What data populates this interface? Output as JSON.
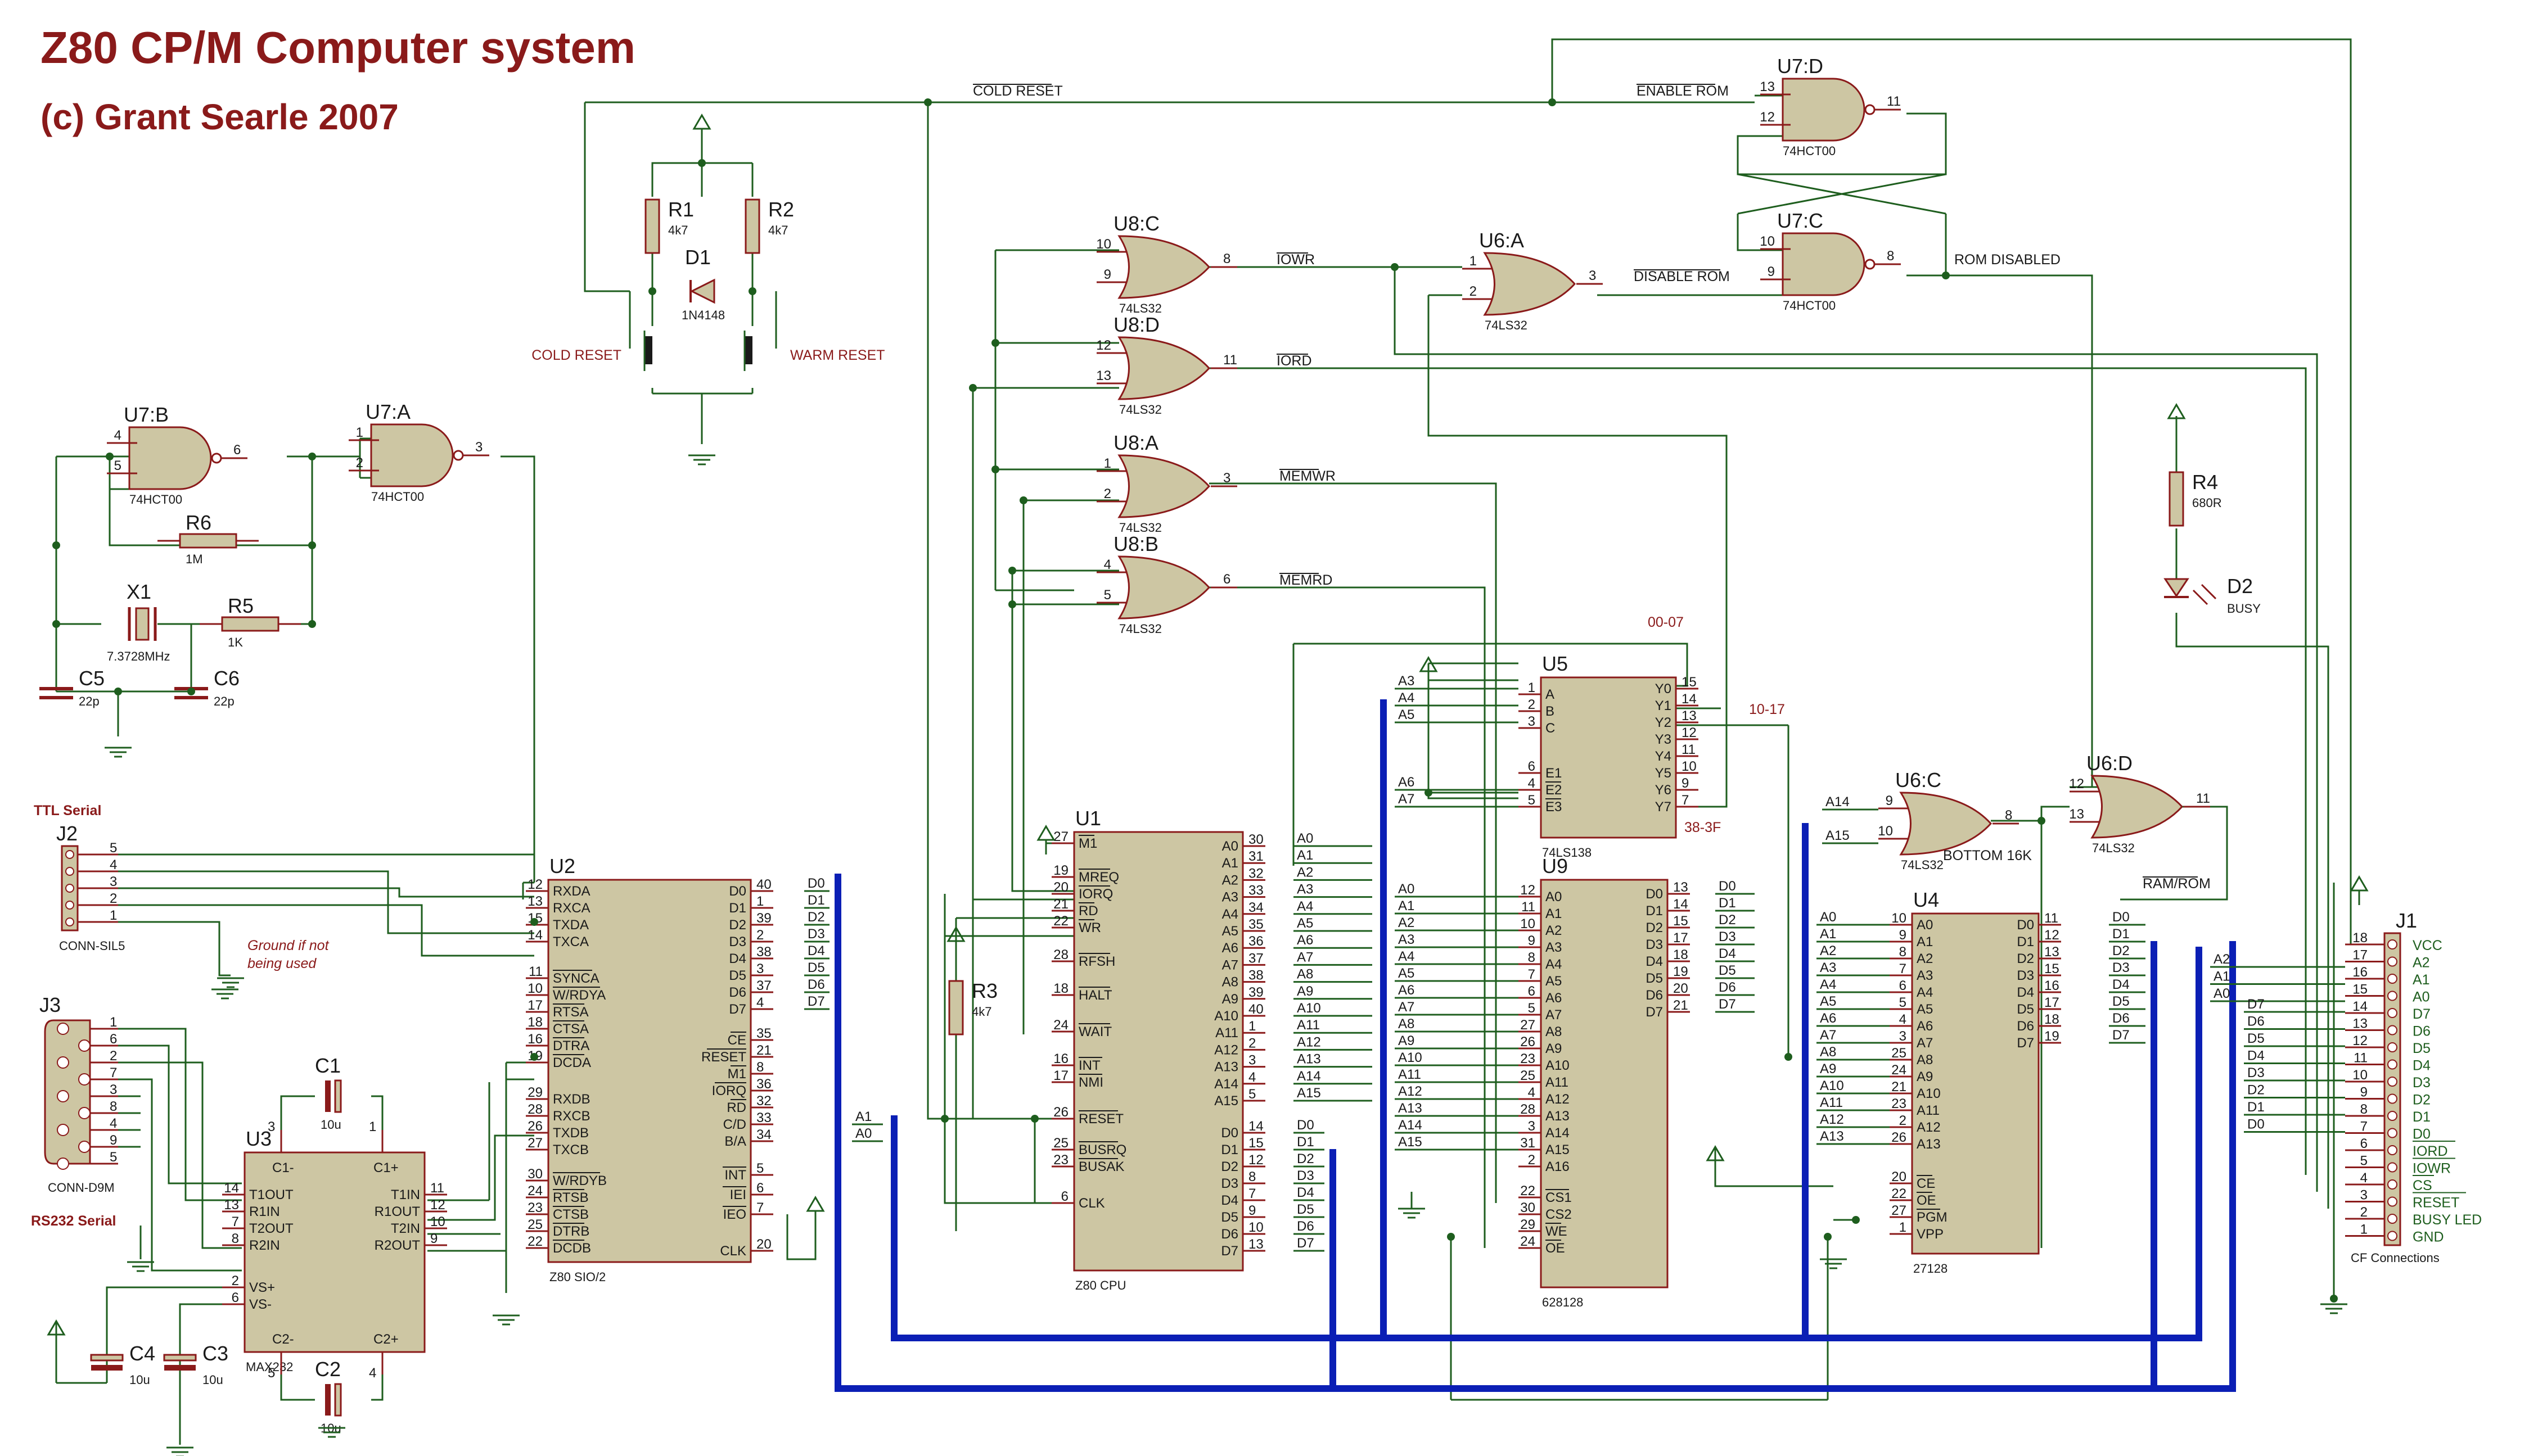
{
  "title": "Z80 CP/M Computer system",
  "subtitle": "(c) Grant Searle 2007",
  "colors": {
    "wire": "#1e5e1e",
    "bus": "#0b1fb5",
    "chip_body": "#cdc6a3",
    "chip_outline": "#8a1a1a",
    "label_red": "#8a1a1a",
    "label_green": "#1e5e1e"
  },
  "nets": {
    "cold_reset": "COLD RESET",
    "enable_rom": "ENABLE ROM",
    "iowr": "IOWR",
    "iord": "IORD",
    "disable_rom": "DISABLE ROM",
    "rom_disabled": "ROM DISABLED",
    "memwr": "MEMWR",
    "memrd": "MEMRD",
    "io_00_07": "00-07",
    "io_10_17": "10-17",
    "io_38_3f": "38-3F",
    "bottom_16k": "BOTTOM 16K",
    "ram_rom": "RAM/ROM"
  },
  "buttons": {
    "cold": "COLD RESET",
    "warm": "WARM RESET"
  },
  "gates": [
    {
      "ref": "U7:D",
      "part": "74HCT00",
      "pins": [
        "13",
        "12",
        "11"
      ]
    },
    {
      "ref": "U7:C",
      "part": "74HCT00",
      "pins": [
        "10",
        "9",
        "8"
      ]
    },
    {
      "ref": "U8:C",
      "part": "74LS32",
      "pins": [
        "10",
        "9",
        "8"
      ]
    },
    {
      "ref": "U6:A",
      "part": "74LS32",
      "pins": [
        "1",
        "2",
        "3"
      ]
    },
    {
      "ref": "U8:D",
      "part": "74LS32",
      "pins": [
        "12",
        "13",
        "11"
      ]
    },
    {
      "ref": "U8:A",
      "part": "74LS32",
      "pins": [
        "1",
        "2",
        "3"
      ]
    },
    {
      "ref": "U8:B",
      "part": "74LS32",
      "pins": [
        "4",
        "5",
        "6"
      ]
    },
    {
      "ref": "U7:B",
      "part": "74HCT00",
      "pins": [
        "4",
        "5",
        "6"
      ]
    },
    {
      "ref": "U7:A",
      "part": "74HCT00",
      "pins": [
        "1",
        "2",
        "3"
      ]
    },
    {
      "ref": "U6:C",
      "part": "74LS32",
      "pins": [
        "9",
        "10",
        "8"
      ]
    },
    {
      "ref": "U6:D",
      "part": "74LS32",
      "pins": [
        "12",
        "13",
        "11"
      ]
    }
  ],
  "passives": {
    "r1": {
      "ref": "R1",
      "value": "4k7"
    },
    "r2": {
      "ref": "R2",
      "value": "4k7"
    },
    "d1": {
      "ref": "D1",
      "value": "1N4148"
    },
    "r6": {
      "ref": "R6",
      "value": "1M"
    },
    "x1": {
      "ref": "X1",
      "value": "7.3728MHz"
    },
    "r5": {
      "ref": "R5",
      "value": "1K"
    },
    "c5": {
      "ref": "C5",
      "value": "22p"
    },
    "c6": {
      "ref": "C6",
      "value": "22p"
    },
    "r3": {
      "ref": "R3",
      "value": "4k7"
    },
    "r4": {
      "ref": "R4",
      "value": "680R"
    },
    "d2": {
      "ref": "D2",
      "value": "BUSY"
    },
    "c1": {
      "ref": "C1",
      "value": "10u"
    },
    "c2": {
      "ref": "C2",
      "value": "10u"
    },
    "c3": {
      "ref": "C3",
      "value": "10u"
    },
    "c4": {
      "ref": "C4",
      "value": "10u"
    }
  },
  "connectors": {
    "ttl_heading": "TTL Serial",
    "j2": {
      "ref": "J2",
      "part": "CONN-SIL5",
      "pins": [
        "5",
        "4",
        "3",
        "2",
        "1"
      ]
    },
    "ground_note": [
      "Ground if not",
      "being used"
    ],
    "j3": {
      "ref": "J3",
      "part": "CONN-D9M",
      "pins": [
        "1",
        "6",
        "2",
        "7",
        "3",
        "8",
        "4",
        "9",
        "5"
      ]
    },
    "rs232_heading": "RS232 Serial",
    "j1": {
      "ref": "J1",
      "part": "CF Connections",
      "pins": [
        "18",
        "17",
        "16",
        "15",
        "14",
        "13",
        "12",
        "11",
        "10",
        "9",
        "8",
        "7",
        "6",
        "5",
        "4",
        "3",
        "2",
        "1"
      ],
      "signals": [
        "VCC",
        "A2",
        "A1",
        "A0",
        "D7",
        "D6",
        "D5",
        "D4",
        "D3",
        "D2",
        "D1",
        "D0",
        "IORD",
        "IOWR",
        "CS",
        "RESET",
        "BUSY LED",
        "GND"
      ]
    }
  },
  "u2": {
    "ref": "U2",
    "part": "Z80 SIO/2",
    "left": [
      {
        "pin": "12",
        "name": "RXDA"
      },
      {
        "pin": "13",
        "name": "RXCA"
      },
      {
        "pin": "15",
        "name": "TXDA"
      },
      {
        "pin": "14",
        "name": "TXCA"
      },
      {
        "pin": "11",
        "name": "SYNCA"
      },
      {
        "pin": "10",
        "name": "W/RDYA"
      },
      {
        "pin": "17",
        "name": "RTSA"
      },
      {
        "pin": "18",
        "name": "CTSA"
      },
      {
        "pin": "16",
        "name": "DTRA"
      },
      {
        "pin": "19",
        "name": "DCDA"
      },
      {
        "pin": "29",
        "name": "RXDB"
      },
      {
        "pin": "28",
        "name": "RXCB"
      },
      {
        "pin": "26",
        "name": "TXDB"
      },
      {
        "pin": "27",
        "name": "TXCB"
      },
      {
        "pin": "30",
        "name": "W/RDYB"
      },
      {
        "pin": "24",
        "name": "RTSB"
      },
      {
        "pin": "23",
        "name": "CTSB"
      },
      {
        "pin": "25",
        "name": "DTRB"
      },
      {
        "pin": "22",
        "name": "DCDB"
      }
    ],
    "right": [
      {
        "pin": "40",
        "name": "D0"
      },
      {
        "pin": "1",
        "name": "D1"
      },
      {
        "pin": "39",
        "name": "D2"
      },
      {
        "pin": "2",
        "name": "D3"
      },
      {
        "pin": "38",
        "name": "D4"
      },
      {
        "pin": "3",
        "name": "D5"
      },
      {
        "pin": "37",
        "name": "D6"
      },
      {
        "pin": "4",
        "name": "D7"
      },
      {
        "pin": "35",
        "name": "CE"
      },
      {
        "pin": "21",
        "name": "RESET"
      },
      {
        "pin": "8",
        "name": "M1"
      },
      {
        "pin": "36",
        "name": "IORQ"
      },
      {
        "pin": "32",
        "name": "RD"
      },
      {
        "pin": "33",
        "name": "C/D"
      },
      {
        "pin": "34",
        "name": "B/A"
      },
      {
        "pin": "5",
        "name": "INT"
      },
      {
        "pin": "6",
        "name": "IEI"
      },
      {
        "pin": "7",
        "name": "IEO"
      },
      {
        "pin": "20",
        "name": "CLK"
      }
    ]
  },
  "u3": {
    "ref": "U3",
    "part": "MAX232",
    "left": [
      {
        "pin": "14",
        "name": "T1OUT"
      },
      {
        "pin": "13",
        "name": "R1IN"
      },
      {
        "pin": "7",
        "name": "T2OUT"
      },
      {
        "pin": "8",
        "name": "R2IN"
      },
      {
        "pin": "2",
        "name": "VS+"
      },
      {
        "pin": "6",
        "name": "VS-"
      }
    ],
    "right": [
      {
        "pin": "11",
        "name": "T1IN"
      },
      {
        "pin": "12",
        "name": "R1OUT"
      },
      {
        "pin": "10",
        "name": "T2IN"
      },
      {
        "pin": "9",
        "name": "R2OUT"
      }
    ],
    "top": [
      {
        "pin": "3",
        "name": "C1-"
      },
      {
        "pin": "1",
        "name": "C1+"
      }
    ],
    "bottom": [
      {
        "pin": "5",
        "name": "C2-"
      },
      {
        "pin": "4",
        "name": "C2+"
      }
    ]
  },
  "u1": {
    "ref": "U1",
    "part": "Z80 CPU",
    "left": [
      {
        "pin": "27",
        "name": "M1"
      },
      {
        "pin": "19",
        "name": "MREQ"
      },
      {
        "pin": "20",
        "name": "IORQ"
      },
      {
        "pin": "21",
        "name": "RD"
      },
      {
        "pin": "22",
        "name": "WR"
      },
      {
        "pin": "28",
        "name": "RFSH"
      },
      {
        "pin": "18",
        "name": "HALT"
      },
      {
        "pin": "24",
        "name": "WAIT"
      },
      {
        "pin": "16",
        "name": "INT"
      },
      {
        "pin": "17",
        "name": "NMI"
      },
      {
        "pin": "26",
        "name": "RESET"
      },
      {
        "pin": "25",
        "name": "BUSRQ"
      },
      {
        "pin": "23",
        "name": "BUSAK"
      },
      {
        "pin": "6",
        "name": "CLK"
      }
    ],
    "right": [
      {
        "pin": "30",
        "name": "A0"
      },
      {
        "pin": "31",
        "name": "A1"
      },
      {
        "pin": "32",
        "name": "A2"
      },
      {
        "pin": "33",
        "name": "A3"
      },
      {
        "pin": "34",
        "name": "A4"
      },
      {
        "pin": "35",
        "name": "A5"
      },
      {
        "pin": "36",
        "name": "A6"
      },
      {
        "pin": "37",
        "name": "A7"
      },
      {
        "pin": "38",
        "name": "A8"
      },
      {
        "pin": "39",
        "name": "A9"
      },
      {
        "pin": "40",
        "name": "A10"
      },
      {
        "pin": "1",
        "name": "A11"
      },
      {
        "pin": "2",
        "name": "A12"
      },
      {
        "pin": "3",
        "name": "A13"
      },
      {
        "pin": "4",
        "name": "A14"
      },
      {
        "pin": "5",
        "name": "A15"
      },
      {
        "pin": "14",
        "name": "D0"
      },
      {
        "pin": "15",
        "name": "D1"
      },
      {
        "pin": "12",
        "name": "D2"
      },
      {
        "pin": "8",
        "name": "D3"
      },
      {
        "pin": "7",
        "name": "D4"
      },
      {
        "pin": "9",
        "name": "D5"
      },
      {
        "pin": "10",
        "name": "D6"
      },
      {
        "pin": "13",
        "name": "D7"
      }
    ]
  },
  "u5": {
    "ref": "U5",
    "part": "74LS138",
    "left": [
      {
        "pin": "1",
        "name": "A"
      },
      {
        "pin": "2",
        "name": "B"
      },
      {
        "pin": "3",
        "name": "C"
      },
      {
        "pin": "6",
        "name": "E1"
      },
      {
        "pin": "4",
        "name": "E2"
      },
      {
        "pin": "5",
        "name": "E3"
      }
    ],
    "right": [
      {
        "pin": "15",
        "name": "Y0"
      },
      {
        "pin": "14",
        "name": "Y1"
      },
      {
        "pin": "13",
        "name": "Y2"
      },
      {
        "pin": "12",
        "name": "Y3"
      },
      {
        "pin": "11",
        "name": "Y4"
      },
      {
        "pin": "10",
        "name": "Y5"
      },
      {
        "pin": "9",
        "name": "Y6"
      },
      {
        "pin": "7",
        "name": "Y7"
      }
    ]
  },
  "u9": {
    "ref": "U9",
    "part": "628128",
    "left": [
      {
        "pin": "12",
        "name": "A0"
      },
      {
        "pin": "11",
        "name": "A1"
      },
      {
        "pin": "10",
        "name": "A2"
      },
      {
        "pin": "9",
        "name": "A3"
      },
      {
        "pin": "8",
        "name": "A4"
      },
      {
        "pin": "7",
        "name": "A5"
      },
      {
        "pin": "6",
        "name": "A6"
      },
      {
        "pin": "5",
        "name": "A7"
      },
      {
        "pin": "27",
        "name": "A8"
      },
      {
        "pin": "26",
        "name": "A9"
      },
      {
        "pin": "23",
        "name": "A10"
      },
      {
        "pin": "25",
        "name": "A11"
      },
      {
        "pin": "4",
        "name": "A12"
      },
      {
        "pin": "28",
        "name": "A13"
      },
      {
        "pin": "3",
        "name": "A14"
      },
      {
        "pin": "31",
        "name": "A15"
      },
      {
        "pin": "2",
        "name": "A16"
      },
      {
        "pin": "22",
        "name": "CS1"
      },
      {
        "pin": "30",
        "name": "CS2"
      },
      {
        "pin": "29",
        "name": "WE"
      },
      {
        "pin": "24",
        "name": "OE"
      }
    ],
    "right": [
      {
        "pin": "13",
        "name": "D0"
      },
      {
        "pin": "14",
        "name": "D1"
      },
      {
        "pin": "15",
        "name": "D2"
      },
      {
        "pin": "17",
        "name": "D3"
      },
      {
        "pin": "18",
        "name": "D4"
      },
      {
        "pin": "19",
        "name": "D5"
      },
      {
        "pin": "20",
        "name": "D6"
      },
      {
        "pin": "21",
        "name": "D7"
      }
    ]
  },
  "u4": {
    "ref": "U4",
    "part": "27128",
    "left": [
      {
        "pin": "10",
        "name": "A0"
      },
      {
        "pin": "9",
        "name": "A1"
      },
      {
        "pin": "8",
        "name": "A2"
      },
      {
        "pin": "7",
        "name": "A3"
      },
      {
        "pin": "6",
        "name": "A4"
      },
      {
        "pin": "5",
        "name": "A5"
      },
      {
        "pin": "4",
        "name": "A6"
      },
      {
        "pin": "3",
        "name": "A7"
      },
      {
        "pin": "25",
        "name": "A8"
      },
      {
        "pin": "24",
        "name": "A9"
      },
      {
        "pin": "21",
        "name": "A10"
      },
      {
        "pin": "23",
        "name": "A11"
      },
      {
        "pin": "2",
        "name": "A12"
      },
      {
        "pin": "26",
        "name": "A13"
      },
      {
        "pin": "20",
        "name": "CE"
      },
      {
        "pin": "22",
        "name": "OE"
      },
      {
        "pin": "27",
        "name": "PGM"
      },
      {
        "pin": "1",
        "name": "VPP"
      }
    ],
    "right": [
      {
        "pin": "11",
        "name": "D0"
      },
      {
        "pin": "12",
        "name": "D1"
      },
      {
        "pin": "13",
        "name": "D2"
      },
      {
        "pin": "15",
        "name": "D3"
      },
      {
        "pin": "16",
        "name": "D4"
      },
      {
        "pin": "17",
        "name": "D5"
      },
      {
        "pin": "18",
        "name": "D6"
      },
      {
        "pin": "19",
        "name": "D7"
      }
    ]
  },
  "bus_labels": {
    "u1_addr": [
      "A0",
      "A1",
      "A2",
      "A3",
      "A4",
      "A5",
      "A6",
      "A7",
      "A8",
      "A9",
      "A10",
      "A11",
      "A12",
      "A13",
      "A14",
      "A15"
    ],
    "u1_data": [
      "D0",
      "D1",
      "D2",
      "D3",
      "D4",
      "D5",
      "D6",
      "D7"
    ],
    "u2_data": [
      "D0",
      "D1",
      "D2",
      "D3",
      "D4",
      "D5",
      "D6",
      "D7"
    ],
    "u2_addr": [
      "A1",
      "A0"
    ],
    "u5_addr": [
      "A3",
      "A4",
      "A5",
      "A6",
      "A7"
    ],
    "u9_addr": [
      "A0",
      "A1",
      "A2",
      "A3",
      "A4",
      "A5",
      "A6",
      "A7",
      "A8",
      "A9",
      "A10",
      "A11",
      "A12",
      "A13",
      "A14",
      "A15"
    ],
    "u9_data": [
      "D0",
      "D1",
      "D2",
      "D3",
      "D4",
      "D5",
      "D6",
      "D7"
    ],
    "u4_addr": [
      "A0",
      "A1",
      "A2",
      "A3",
      "A4",
      "A5",
      "A6",
      "A7",
      "A8",
      "A9",
      "A10",
      "A11",
      "A12",
      "A13"
    ],
    "u4_data": [
      "D0",
      "D1",
      "D2",
      "D3",
      "D4",
      "D5",
      "D6",
      "D7"
    ],
    "u6c_addr": [
      "A14",
      "A15"
    ],
    "j1_addr": [
      "A2",
      "A1",
      "A0"
    ],
    "j1_data": [
      "D7",
      "D6",
      "D5",
      "D4",
      "D3",
      "D2",
      "D1",
      "D0"
    ]
  }
}
